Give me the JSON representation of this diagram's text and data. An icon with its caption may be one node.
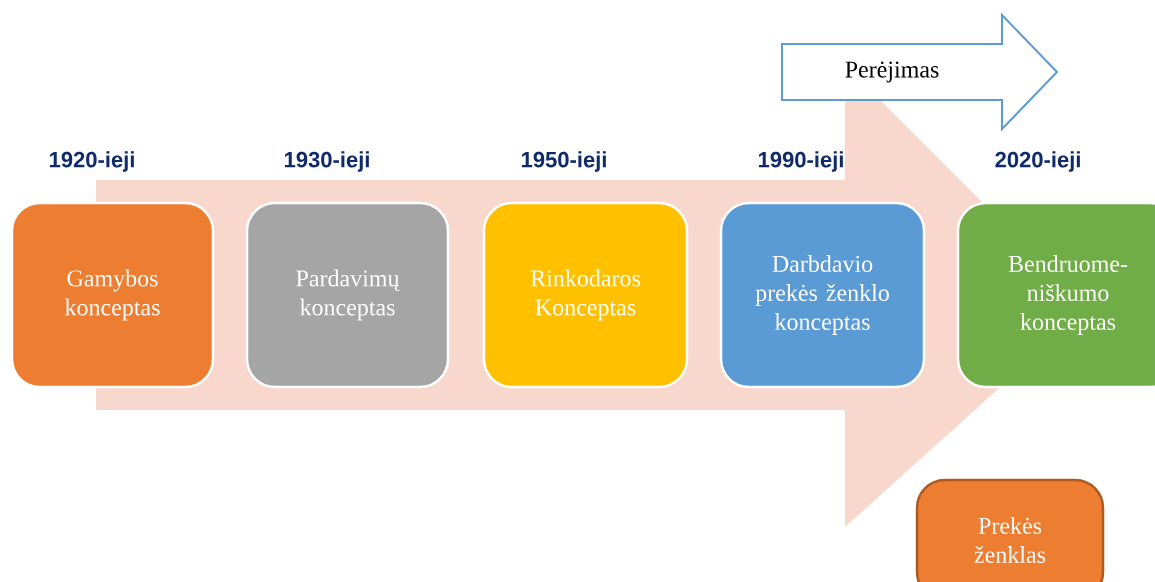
{
  "diagram": {
    "nodes": [
      {
        "text": [
          "Perėjimas"
        ]
      },
      {
        "text": [
          "Gamybos konceptas"
        ],
        "beside": [
          "1920-ieji"
        ]
      },
      {
        "text": [
          "Pardavimų konceptas"
        ],
        "beside": [
          "1930-ieji"
        ]
      },
      {
        "text": [
          "Rinkodaros Konceptas"
        ],
        "beside": [
          "1950-ieji"
        ]
      },
      {
        "text": [
          "Darbdavio prekės ženklo konceptas"
        ],
        "beside": [
          "1990-ieji"
        ]
      },
      {
        "text": [
          "Bendruome- niškumo konceptas"
        ],
        "beside": [
          "2020-ieji"
        ]
      },
      {
        "text": [
          "Prekės ženklas"
        ]
      }
    ],
    "edges": [
      {
        "from": 1,
        "to": 5,
        "arrow": "to"
      }
    ]
  }
}
